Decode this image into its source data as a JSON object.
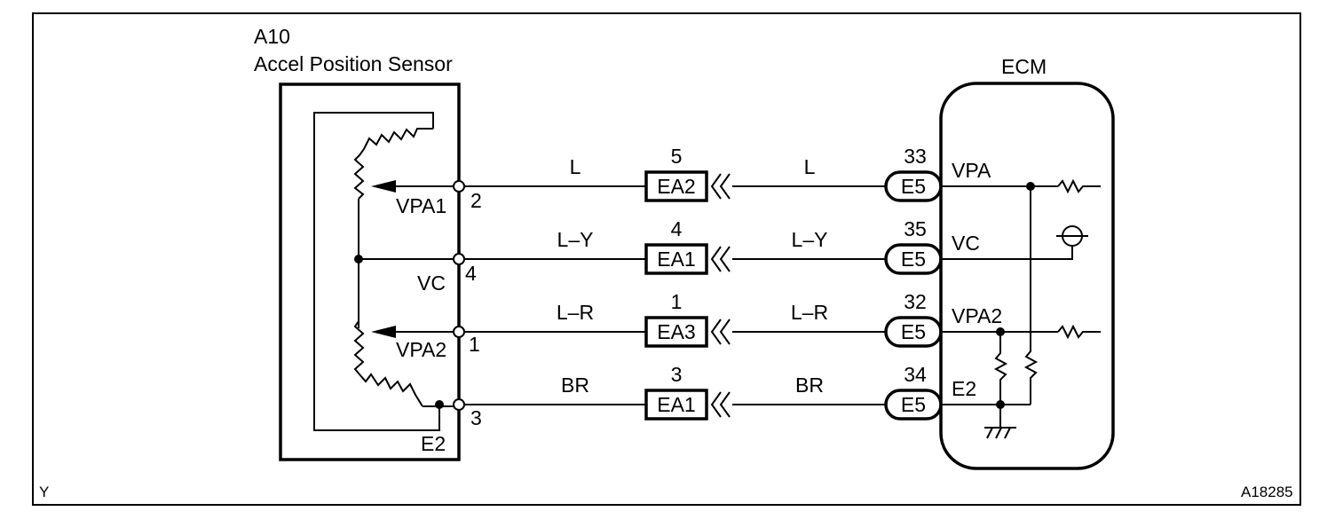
{
  "figure_tag": "Y",
  "figure_id": "A18285",
  "sensor": {
    "code": "A10",
    "name": "Accel Position Sensor",
    "pins": [
      {
        "pin": "2",
        "signal": "VPA1"
      },
      {
        "pin": "4",
        "signal": "VC"
      },
      {
        "pin": "1",
        "signal": "VPA2"
      },
      {
        "pin": "3",
        "signal": "E2"
      }
    ]
  },
  "ecm": {
    "label": "ECM"
  },
  "circuits": [
    {
      "sensor_pin": "2",
      "wire_left": "L",
      "connector": "EA2",
      "connector_pin": "5",
      "wire_right": "L",
      "ecm_connector": "E5",
      "ecm_pin": "33",
      "ecm_signal": "VPA"
    },
    {
      "sensor_pin": "4",
      "wire_left": "L–Y",
      "connector": "EA1",
      "connector_pin": "4",
      "wire_right": "L–Y",
      "ecm_connector": "E5",
      "ecm_pin": "35",
      "ecm_signal": "VC"
    },
    {
      "sensor_pin": "1",
      "wire_left": "L–R",
      "connector": "EA3",
      "connector_pin": "1",
      "wire_right": "L–R",
      "ecm_connector": "E5",
      "ecm_pin": "32",
      "ecm_signal": "VPA2"
    },
    {
      "sensor_pin": "3",
      "wire_left": "BR",
      "connector": "EA1",
      "connector_pin": "3",
      "wire_right": "BR",
      "ecm_connector": "E5",
      "ecm_pin": "34",
      "ecm_signal": "E2"
    }
  ]
}
